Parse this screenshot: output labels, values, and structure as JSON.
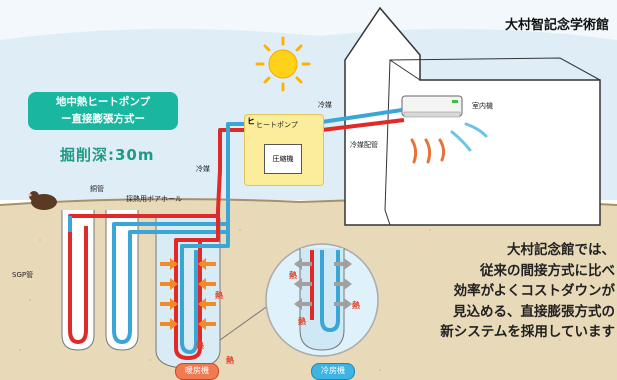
{
  "header": {
    "title": "大村智記念学術館"
  },
  "system_box": {
    "line1": "地中熱ヒートポンプ",
    "line2": "ー直接膨張方式ー"
  },
  "depth_label": "掘削深:30m",
  "labels": {
    "refrigerant_1": "冷媒",
    "refrigerant_2": "冷媒",
    "refrigerant_pipe": "冷媒配管",
    "indoor_unit": "室内機",
    "heat_pump": "ヒートポンプ",
    "heat_pump_mark": "ヒ",
    "compressor": "圧縮機",
    "copper_pipe": "銅管",
    "borehole": "採熱用ボアホール",
    "sgp_pipe": "SGP管",
    "heat": "熱"
  },
  "modes": {
    "heating": "暖房機",
    "cooling": "冷房機"
  },
  "message": [
    "大村記念館では、",
    "従来の間接方式に比べ",
    "効率がよくコストダウンが",
    "見込める、直接膨張方式の",
    "新システムを採用しています"
  ],
  "colors": {
    "hot_pipe": "#e02a2a",
    "cold_pipe": "#3aa6d8",
    "ground": "#e8d9b8",
    "sky": "#dfeef6",
    "accent_green": "#19b6a0"
  }
}
